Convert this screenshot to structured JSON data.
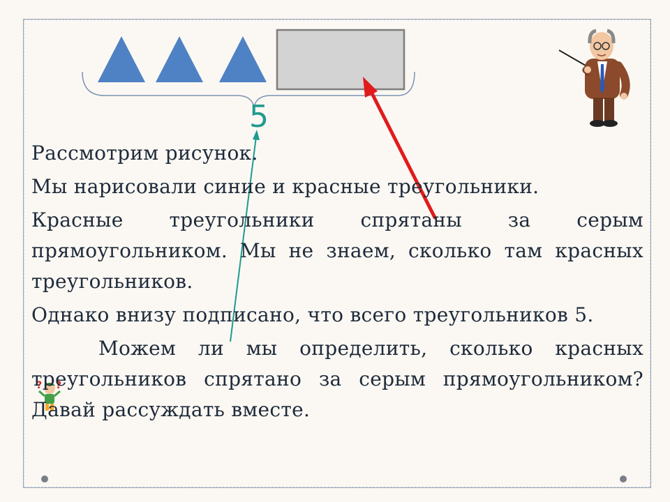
{
  "scene": {
    "visible_count_label": "5",
    "colors": {
      "triangle": "#4f82c4",
      "hidden_rect_fill": "#d3d3d3",
      "hidden_rect_border": "#7d7d7d",
      "red_arrow": "#e11b1b",
      "teal_arrow": "#1f9a8e",
      "text": "#1e2a3a"
    },
    "visible_triangles": 3,
    "icons": [
      "teacher-with-pointer-icon",
      "thinking-kid-icon"
    ]
  },
  "text": {
    "p1": "Рассмотрим  рисунок.",
    "p2": "Мы  нарисовали  синие  и  красные  треугольники.",
    "p3": "Красные  треугольники  спрятаны  за  серым прямоугольником.  Мы  не  знаем,  сколько  там красных  треугольников.",
    "p4": "Однако  внизу  подписано,  что  всего треугольников  5.",
    "p5": "Можем  ли  мы  определить,  сколько красных  треугольников  спрятано  за  серым прямоугольником?  Давай  рассуждать  вместе."
  }
}
